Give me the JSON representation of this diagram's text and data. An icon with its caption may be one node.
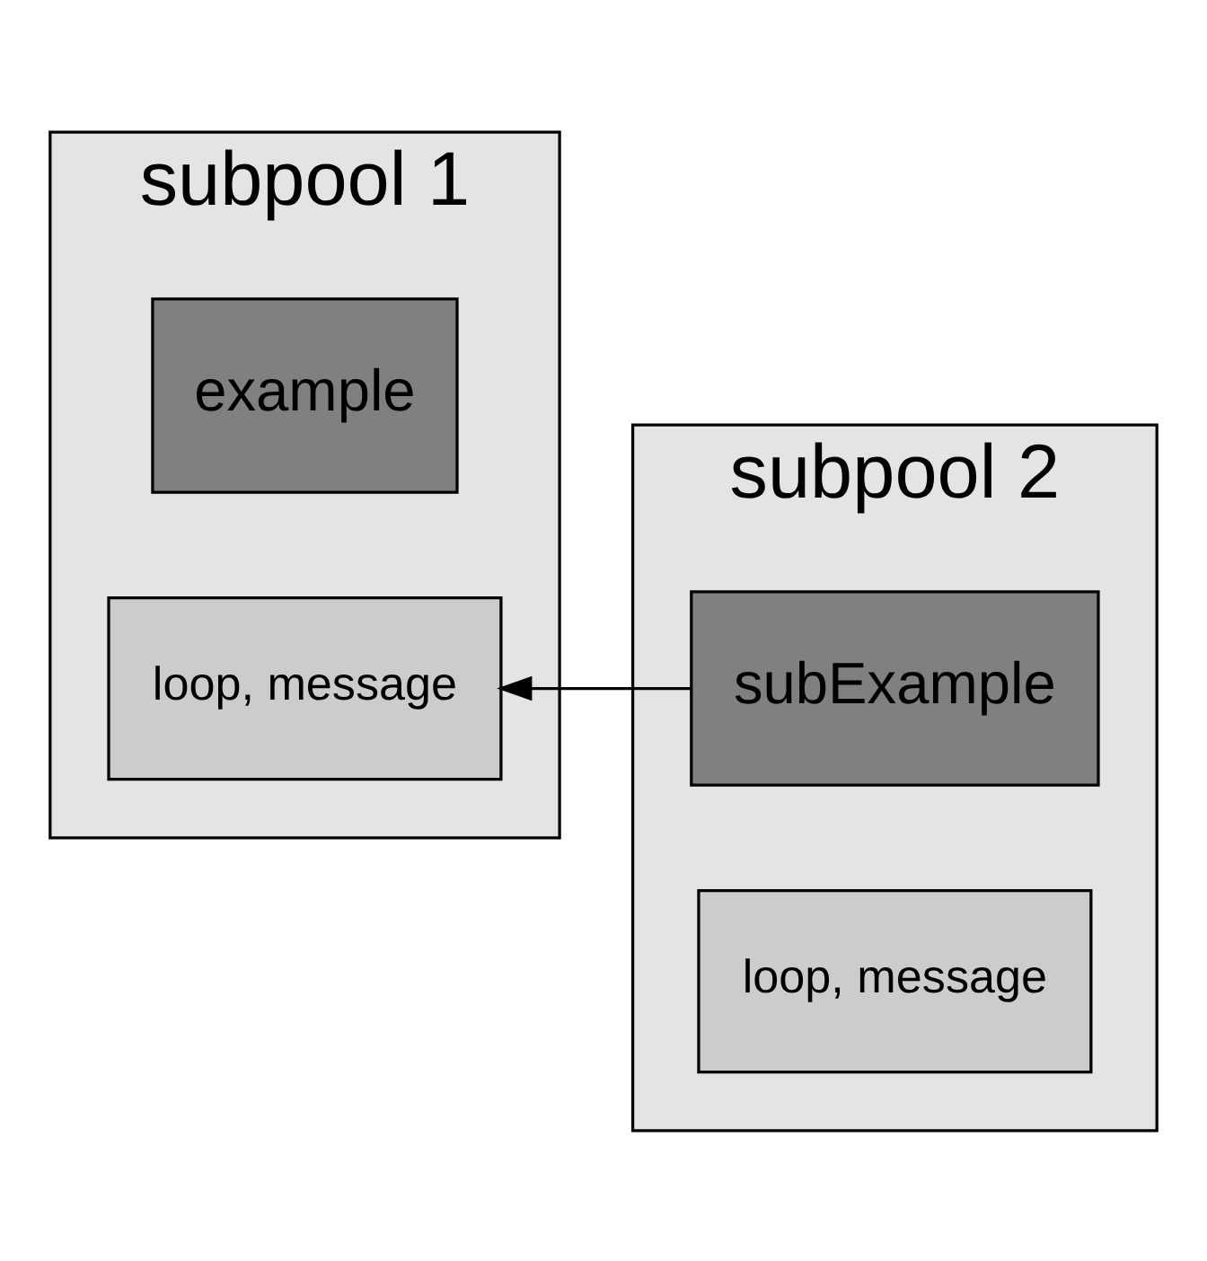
{
  "diagram": {
    "nodes": [
      {
        "text": [
          "subpool 1"
        ]
      },
      {
        "text": [
          "example"
        ],
        "in": 0
      },
      {
        "text": [
          "loop, message"
        ],
        "in": 0
      },
      {
        "text": [
          "subpool 2"
        ]
      },
      {
        "text": [
          "subExample"
        ],
        "in": 3
      },
      {
        "text": [
          "loop, message"
        ],
        "in": 3
      }
    ],
    "edges": [
      {
        "from": 4,
        "to": 2,
        "arrow": "to"
      }
    ]
  }
}
